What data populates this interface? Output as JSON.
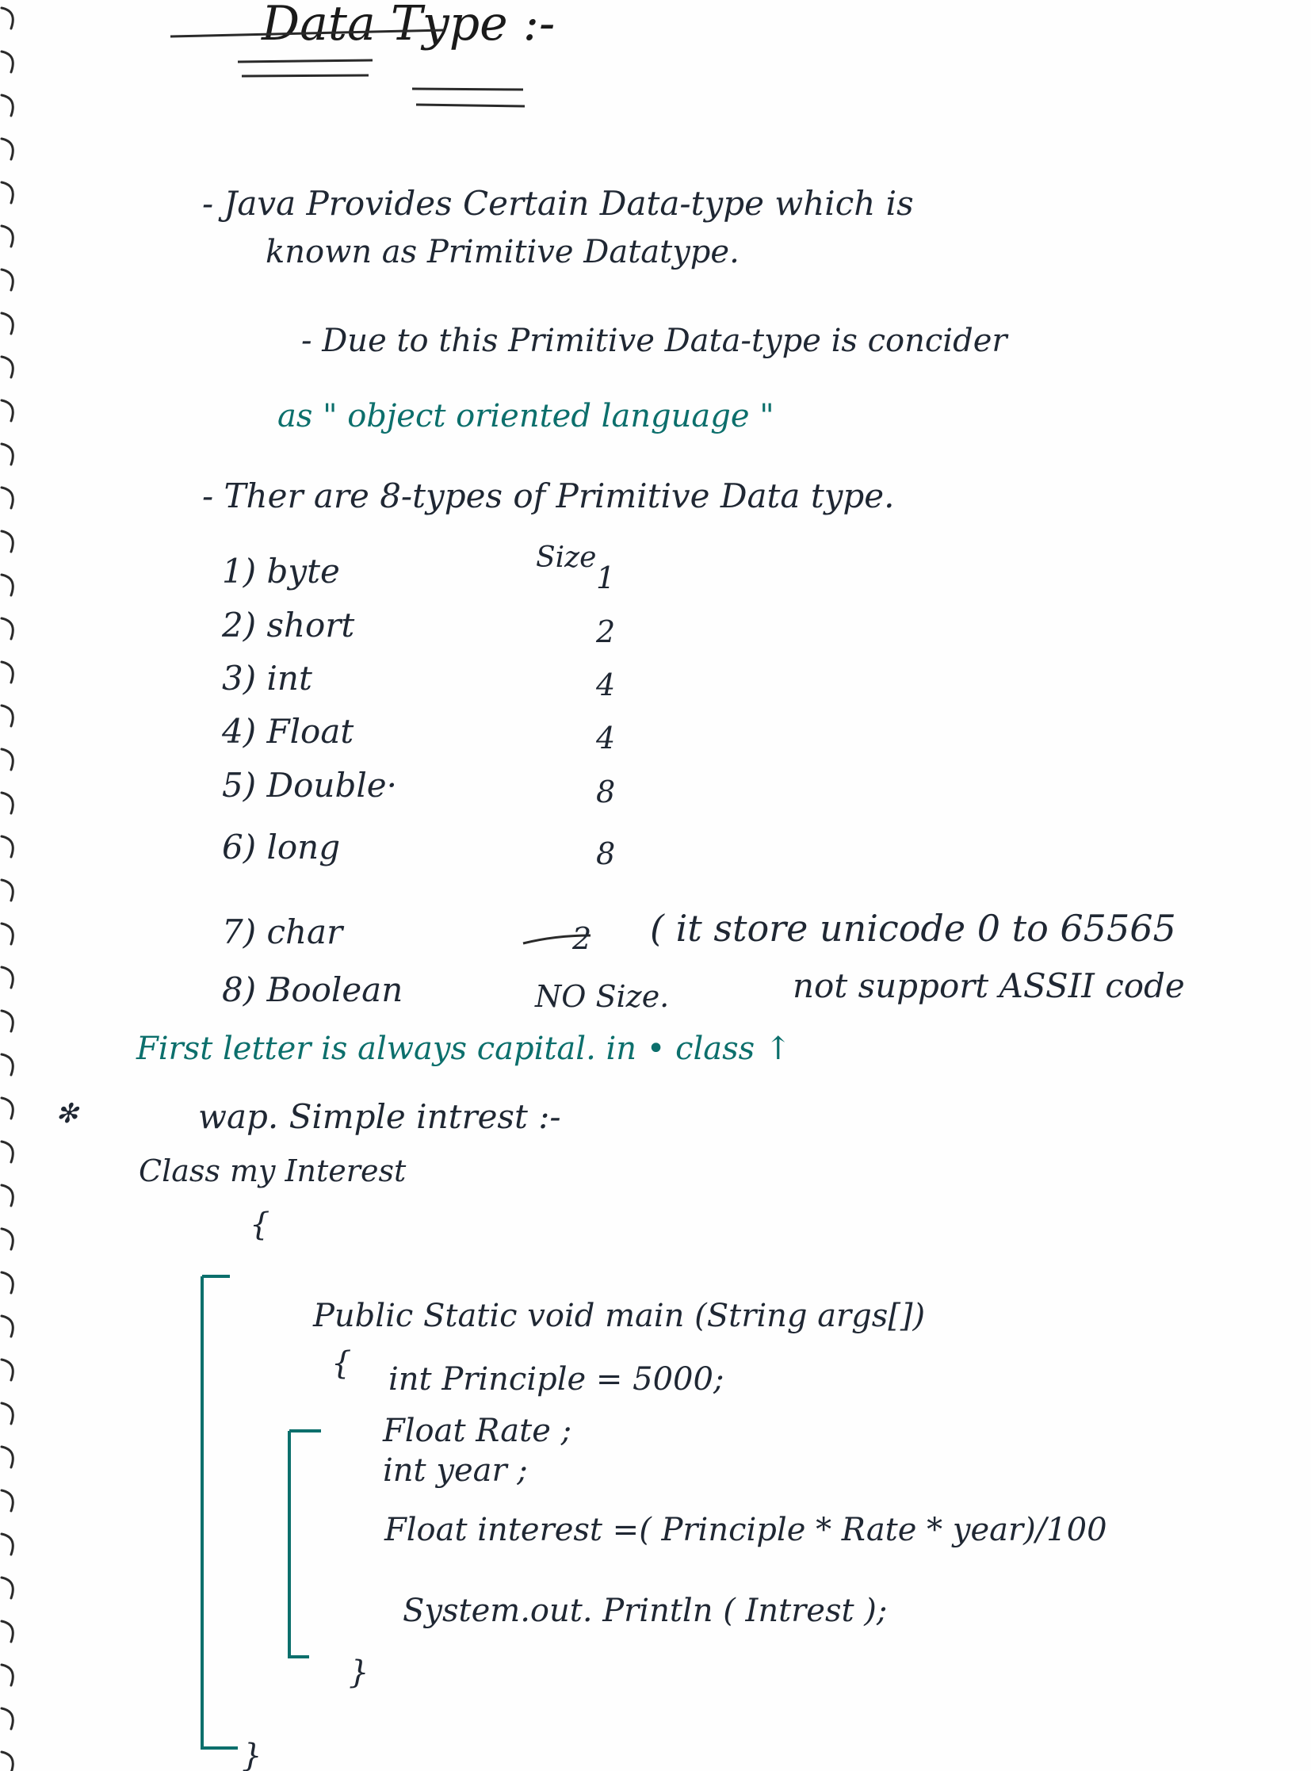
{
  "title": "Data Type :-",
  "paragraphs": [
    {
      "line1": "- Java Provides Certain Data-type which is",
      "line2": "known as Primitive Datatype."
    },
    {
      "line1": "- Due to this Primitive Data-type is concider",
      "line2": "as \" object oriented language \""
    },
    {
      "line1": "- Ther are 8-types of Primitive Data type."
    }
  ],
  "size_header": "Size",
  "data_types": [
    {
      "name": "1) byte",
      "size": "1"
    },
    {
      "name": "2) short",
      "size": "2"
    },
    {
      "name": "3) int",
      "size": "4"
    },
    {
      "name": "4) Float",
      "size": "4"
    },
    {
      "name": "5) Double·",
      "size": "8"
    },
    {
      "name": "6) long",
      "size": "8"
    },
    {
      "name": "7) char",
      "size": "2"
    },
    {
      "name": "8) Boolean",
      "size": "NO Size."
    }
  ],
  "char_note_line1": "( it store unicode 0 to 65565",
  "char_note_line2": "not support ASSII code",
  "first_letter_note": "First letter is always capital. in  • class ↑",
  "star_mark": "✻",
  "program_heading": "wap. Simple intrest :-",
  "class_declaration": "Class   my Interest",
  "code_lines": {
    "outer_open": "{",
    "main_signature": "Public Static void main (String args[])",
    "inner_open": "{",
    "principle": "int Principle = 5000;",
    "rate": "Float Rate   ;",
    "year": "int  year   ;",
    "interest": "Float interest =( Principle * Rate * year)/100",
    "println": "System.out. Println ( Intrest );",
    "inner_close": "}",
    "outer_close": "}"
  }
}
